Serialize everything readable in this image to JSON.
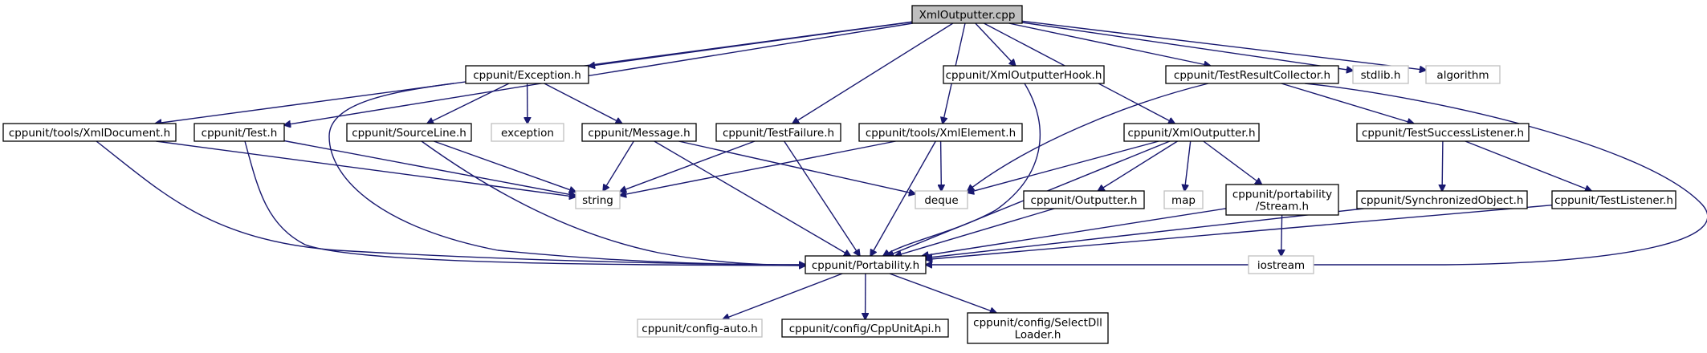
{
  "diagram": {
    "colors": {
      "edge": "#191970",
      "root_fill": "#bfbfbf",
      "external_border": "#bfbfbf",
      "local_border": "#000000"
    },
    "nodes": [
      {
        "id": "n0",
        "lines": [
          "XmlOutputter.cpp"
        ],
        "kind": "root"
      },
      {
        "id": "n1",
        "lines": [
          "cppunit/tools/XmlDocument.h"
        ],
        "kind": "local"
      },
      {
        "id": "n2",
        "lines": [
          "cppunit/Portability.h"
        ],
        "kind": "local"
      },
      {
        "id": "n3",
        "lines": [
          "cppunit/config-auto.h"
        ],
        "kind": "external"
      },
      {
        "id": "n4",
        "lines": [
          "cppunit/config/CppUnitApi.h"
        ],
        "kind": "local"
      },
      {
        "id": "n5",
        "lines": [
          "cppunit/config/SelectDll",
          "Loader.h"
        ],
        "kind": "local"
      },
      {
        "id": "n6",
        "lines": [
          "string"
        ],
        "kind": "external"
      },
      {
        "id": "n7",
        "lines": [
          "cppunit/Exception.h"
        ],
        "kind": "local"
      },
      {
        "id": "n8",
        "lines": [
          "cppunit/Message.h"
        ],
        "kind": "local"
      },
      {
        "id": "n9",
        "lines": [
          "deque"
        ],
        "kind": "external"
      },
      {
        "id": "n10",
        "lines": [
          "cppunit/SourceLine.h"
        ],
        "kind": "local"
      },
      {
        "id": "n11",
        "lines": [
          "exception"
        ],
        "kind": "external"
      },
      {
        "id": "n12",
        "lines": [
          "cppunit/Test.h"
        ],
        "kind": "local"
      },
      {
        "id": "n13",
        "lines": [
          "cppunit/TestFailure.h"
        ],
        "kind": "local"
      },
      {
        "id": "n14",
        "lines": [
          "cppunit/XmlOutputter.h"
        ],
        "kind": "local"
      },
      {
        "id": "n15",
        "lines": [
          "cppunit/Outputter.h"
        ],
        "kind": "local"
      },
      {
        "id": "n16",
        "lines": [
          "cppunit/portability",
          "/Stream.h"
        ],
        "kind": "local"
      },
      {
        "id": "n17",
        "lines": [
          "iostream"
        ],
        "kind": "external"
      },
      {
        "id": "n18",
        "lines": [
          "map"
        ],
        "kind": "external"
      },
      {
        "id": "n19",
        "lines": [
          "cppunit/XmlOutputterHook.h"
        ],
        "kind": "local"
      },
      {
        "id": "n20",
        "lines": [
          "cppunit/TestResultCollector.h"
        ],
        "kind": "local"
      },
      {
        "id": "n21",
        "lines": [
          "cppunit/TestSuccessListener.h"
        ],
        "kind": "local"
      },
      {
        "id": "n22",
        "lines": [
          "cppunit/SynchronizedObject.h"
        ],
        "kind": "local"
      },
      {
        "id": "n23",
        "lines": [
          "cppunit/TestListener.h"
        ],
        "kind": "local"
      },
      {
        "id": "n24",
        "lines": [
          "cppunit/tools/XmlElement.h"
        ],
        "kind": "local"
      },
      {
        "id": "n25",
        "lines": [
          "stdlib.h"
        ],
        "kind": "external"
      },
      {
        "id": "n26",
        "lines": [
          "algorithm"
        ],
        "kind": "external"
      }
    ],
    "edges": [
      [
        "n0",
        "n1"
      ],
      [
        "n0",
        "n7"
      ],
      [
        "n0",
        "n12"
      ],
      [
        "n0",
        "n13"
      ],
      [
        "n0",
        "n14"
      ],
      [
        "n0",
        "n19"
      ],
      [
        "n0",
        "n20"
      ],
      [
        "n0",
        "n24"
      ],
      [
        "n0",
        "n25"
      ],
      [
        "n0",
        "n26"
      ],
      [
        "n1",
        "n2"
      ],
      [
        "n1",
        "n6"
      ],
      [
        "n2",
        "n3"
      ],
      [
        "n2",
        "n4"
      ],
      [
        "n2",
        "n5"
      ],
      [
        "n7",
        "n2"
      ],
      [
        "n7",
        "n8"
      ],
      [
        "n7",
        "n10"
      ],
      [
        "n7",
        "n11"
      ],
      [
        "n8",
        "n2"
      ],
      [
        "n8",
        "n6"
      ],
      [
        "n8",
        "n9"
      ],
      [
        "n10",
        "n2"
      ],
      [
        "n10",
        "n6"
      ],
      [
        "n12",
        "n2"
      ],
      [
        "n12",
        "n6"
      ],
      [
        "n13",
        "n2"
      ],
      [
        "n13",
        "n6"
      ],
      [
        "n14",
        "n2"
      ],
      [
        "n14",
        "n9"
      ],
      [
        "n14",
        "n15"
      ],
      [
        "n14",
        "n16"
      ],
      [
        "n14",
        "n18"
      ],
      [
        "n15",
        "n2"
      ],
      [
        "n16",
        "n2"
      ],
      [
        "n16",
        "n17"
      ],
      [
        "n19",
        "n2"
      ],
      [
        "n20",
        "n2"
      ],
      [
        "n20",
        "n9"
      ],
      [
        "n20",
        "n21"
      ],
      [
        "n21",
        "n22"
      ],
      [
        "n21",
        "n23"
      ],
      [
        "n22",
        "n2"
      ],
      [
        "n23",
        "n2"
      ],
      [
        "n24",
        "n2"
      ],
      [
        "n24",
        "n6"
      ],
      [
        "n24",
        "n9"
      ]
    ]
  }
}
